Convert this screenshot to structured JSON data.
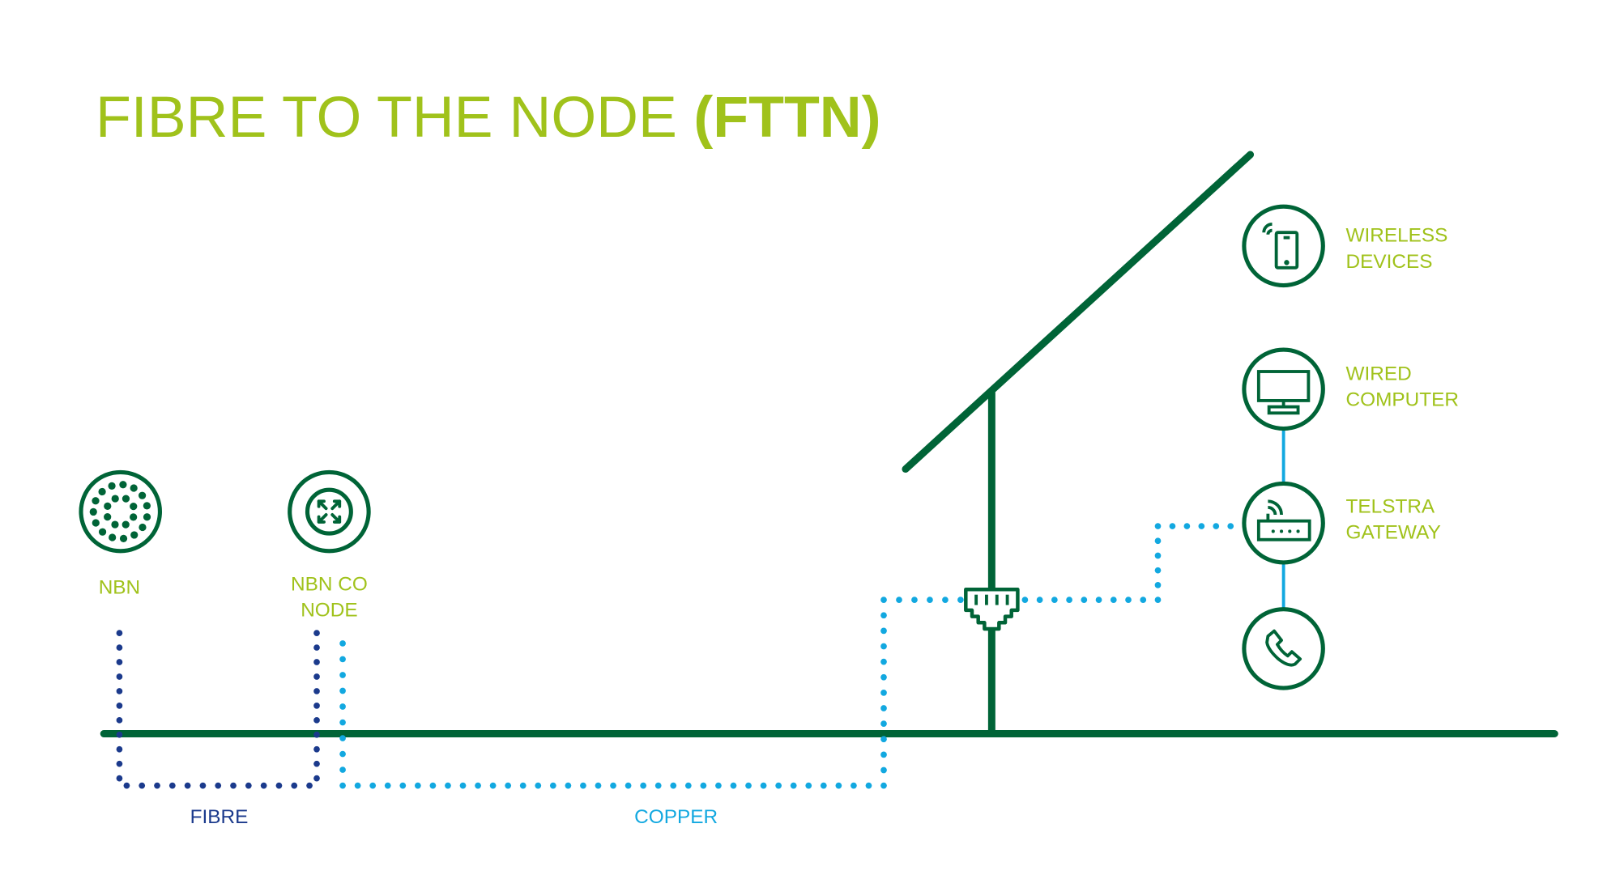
{
  "title": {
    "light": "FIBRE TO THE NODE",
    "bold": "(FTTN)"
  },
  "labels": {
    "nbn": "NBN",
    "node_line1": "NBN CO",
    "node_line2": "NODE",
    "wireless_line1": "WIRELESS",
    "wireless_line2": "DEVICES",
    "wired_line1": "WIRED",
    "wired_line2": "COMPUTER",
    "gateway_line1": "TELSTRA",
    "gateway_line2": "GATEWAY",
    "fibre": "FIBRE",
    "copper": "COPPER"
  },
  "icons": [
    "fibre-bundle-icon",
    "node-arrows-icon",
    "mobile-wireless-icon",
    "monitor-icon",
    "router-icon",
    "phone-icon",
    "wall-socket-icon"
  ],
  "colors": {
    "green": "#006437",
    "lime": "#a0c21b",
    "fibre": "#1b3a8c",
    "copper": "#12a8e0"
  }
}
